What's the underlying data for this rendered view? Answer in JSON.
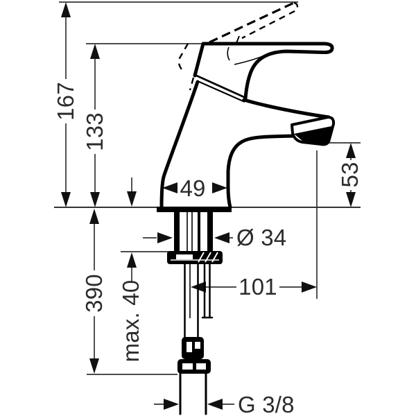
{
  "diagram": {
    "type": "technical-dimension-drawing",
    "subject": "single-lever basin mixer faucet, side view with supply pipes",
    "units": "mm",
    "background": "#ffffff",
    "ink_color": "#141414",
    "dimensions": {
      "overall_height": "167",
      "height_to_lever": "133",
      "body_width": "49",
      "spout_height": "53",
      "shank_diameter": "Ø 34",
      "spout_reach": "101",
      "supply_pipe_length": "390",
      "max_mounting_thickness": "max. 40",
      "thread_size": "G 3/8"
    }
  }
}
